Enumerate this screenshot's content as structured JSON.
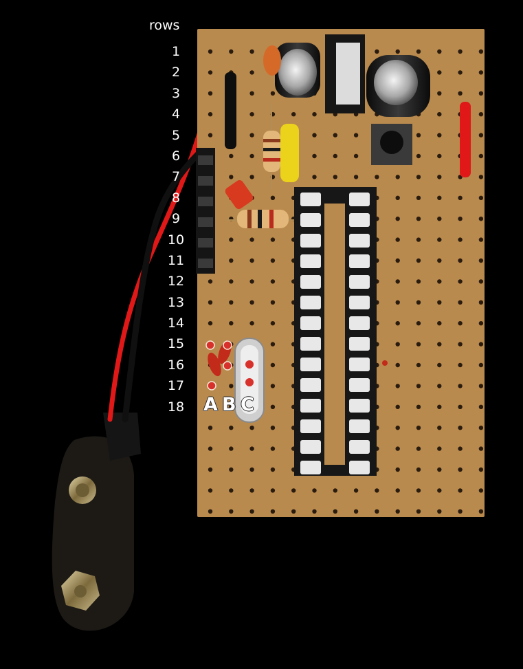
{
  "header": {
    "rows_label": "rows"
  },
  "rows": [
    "1",
    "2",
    "3",
    "4",
    "5",
    "6",
    "7",
    "8",
    "9",
    "10",
    "11",
    "12",
    "13",
    "14",
    "15",
    "16",
    "17",
    "18"
  ],
  "columns": [
    "A",
    "B",
    "C"
  ],
  "colors": {
    "background": "#000000",
    "board": "#b98a4e",
    "board_holes": "#2a1b0f",
    "marker": "#d8302a",
    "wire_red": "#e01818",
    "wire_black": "#111111",
    "socket": "#1a1a1a",
    "socket_pin": "#e8e8e8"
  }
}
